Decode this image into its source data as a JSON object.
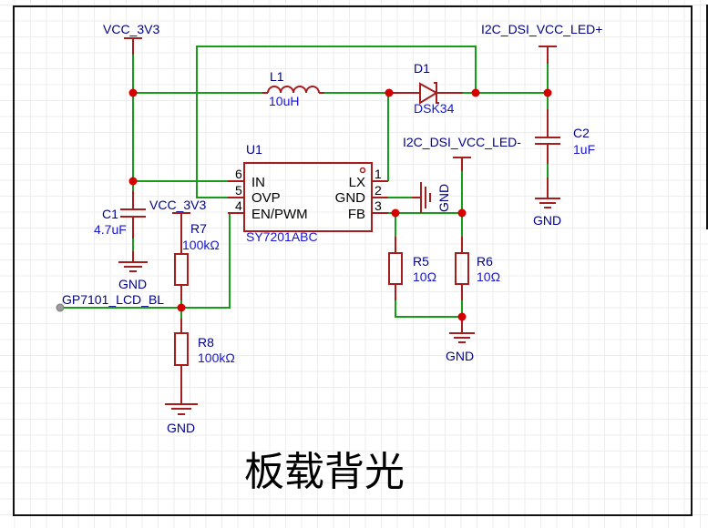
{
  "title": "板载背光",
  "colors": {
    "wire": "#1a9a1a",
    "component": "#a51d1d",
    "junction": "#d40000",
    "net_label": "#00008b",
    "value_label": "#1515d8"
  },
  "nets": {
    "vcc_top": "VCC_3V3",
    "vcc_r7": "VCC_3V3",
    "led_plus": "I2C_DSI_VCC_LED+",
    "led_minus": "I2C_DSI_VCC_LED-",
    "gp_label": "GP7101_LCD_BL",
    "gnd_c1": "GND",
    "gnd_c2": "GND",
    "gnd_u1": "GND",
    "gnd_r56": "GND",
    "gnd_r8": "GND"
  },
  "components": {
    "L1": {
      "ref": "L1",
      "value": "10uH"
    },
    "D1": {
      "ref": "D1",
      "value": "DSK34"
    },
    "C1": {
      "ref": "C1",
      "value": "4.7uF"
    },
    "C2": {
      "ref": "C2",
      "value": "1uF"
    },
    "R5": {
      "ref": "R5",
      "value": "10Ω"
    },
    "R6": {
      "ref": "R6",
      "value": "10Ω"
    },
    "R7": {
      "ref": "R7",
      "value": "100kΩ"
    },
    "R8": {
      "ref": "R8",
      "value": "100kΩ"
    },
    "U1": {
      "ref": "U1",
      "value": "SY7201ABC",
      "pins": [
        {
          "num": "6",
          "name": "IN"
        },
        {
          "num": "5",
          "name": "OVP"
        },
        {
          "num": "4",
          "name": "EN/PWM"
        },
        {
          "num": "1",
          "name": "LX"
        },
        {
          "num": "2",
          "name": "GND"
        },
        {
          "num": "3",
          "name": "FB"
        }
      ]
    }
  }
}
